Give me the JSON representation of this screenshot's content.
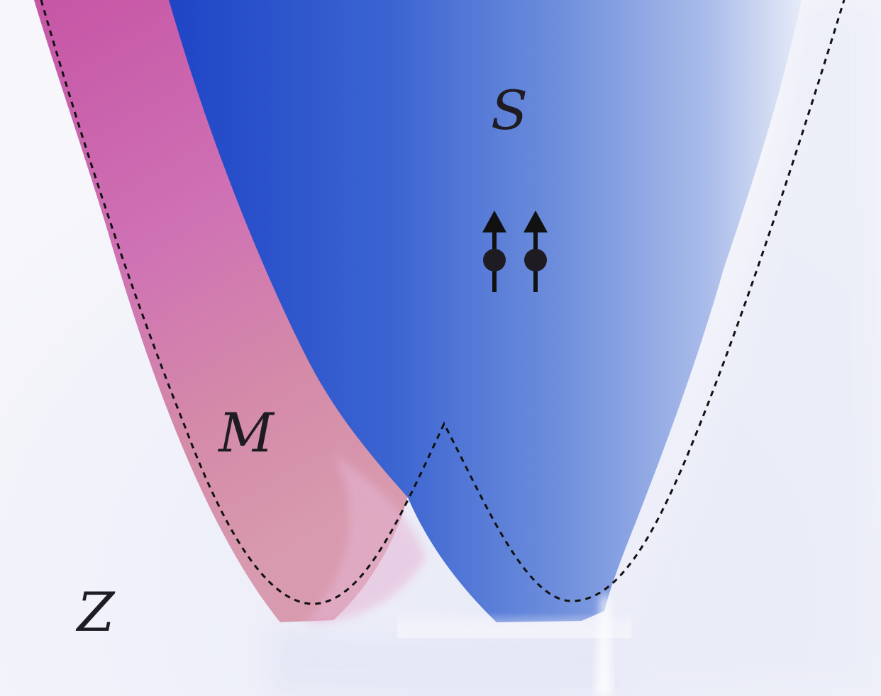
{
  "labels": {
    "superconducting_region": "S",
    "magnetic_region": "M",
    "normal_region": "Z"
  },
  "regions": [
    {
      "label": "S",
      "color": "#2a4fcf",
      "role": "blue dome"
    },
    {
      "label": "M",
      "color": "#c85aa6",
      "role": "pink band"
    },
    {
      "label": "Z",
      "color": "#f4f5fb",
      "role": "white background"
    }
  ],
  "spins": {
    "count": 2,
    "orientation": "up",
    "color": "#1e1c22"
  },
  "boundary": {
    "style": "dashed",
    "color": "#111111"
  }
}
